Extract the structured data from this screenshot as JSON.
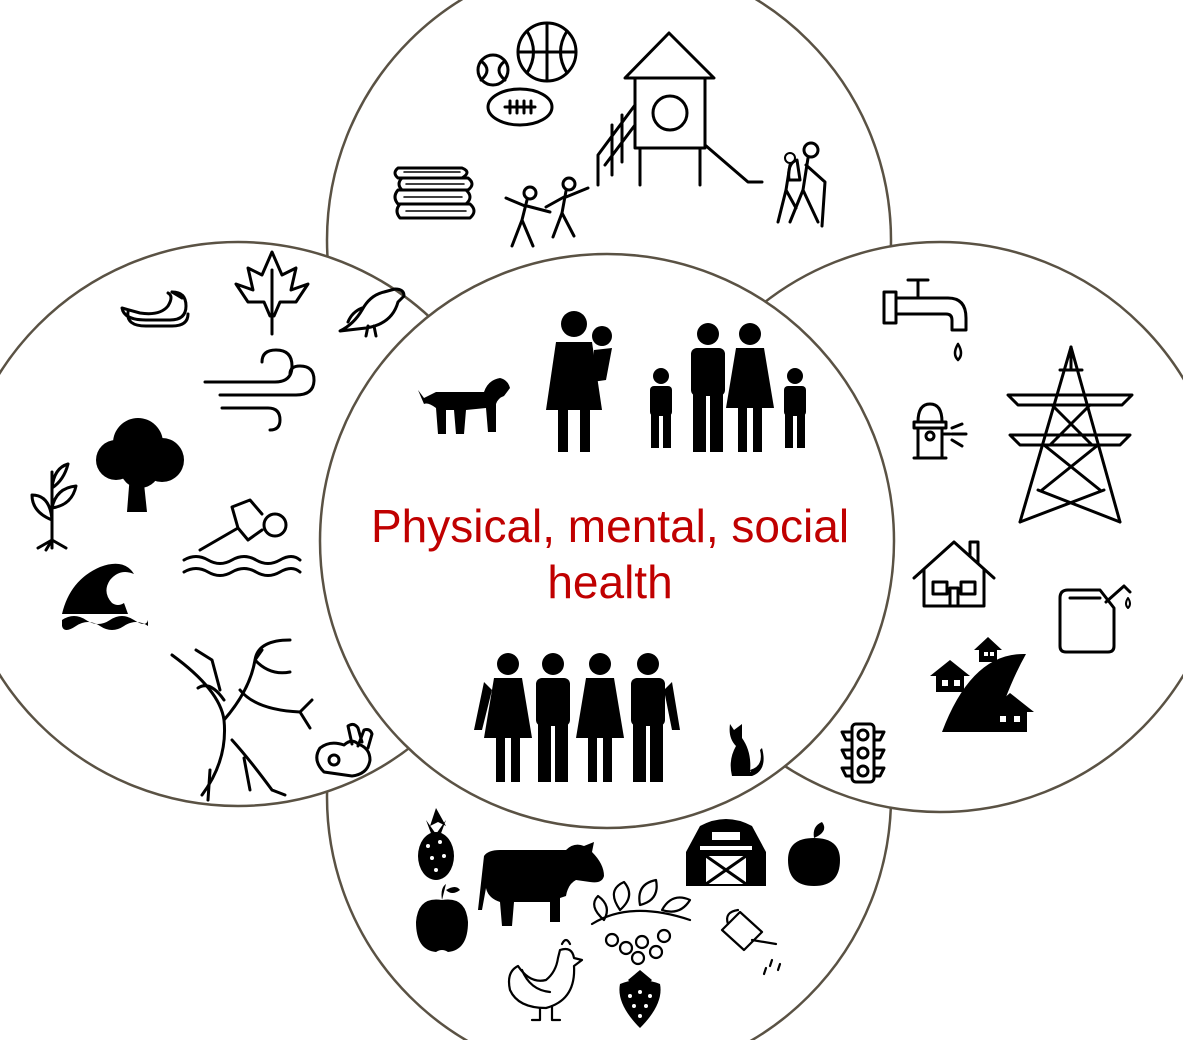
{
  "center": {
    "title": "Physical, mental, social health",
    "text_color": "#c00000"
  },
  "palette": {
    "ring_stroke": "#5a5244",
    "icon_fill": "#000000",
    "background": "#ffffff"
  },
  "circles": [
    {
      "name": "recreation-and-education",
      "icons": [
        "tennis-ball-icon",
        "basketball-icon",
        "american-football-icon",
        "playground-tower-slide-icon",
        "stacked-books-icon",
        "children-playing-icon",
        "hikers-icon"
      ]
    },
    {
      "name": "natural-environment",
      "icons": [
        "swan-icon",
        "maple-leaf-icon",
        "bird-icon",
        "wind-icon",
        "tree-icon",
        "sprouting-plant-icon",
        "swimmer-icon",
        "wave-icon",
        "bare-tree-icon",
        "rabbit-icon"
      ]
    },
    {
      "name": "built-infrastructure",
      "icons": [
        "water-tap-icon",
        "power-pylon-icon",
        "fire-hydrant-icon",
        "house-icon",
        "fuel-canister-icon",
        "houses-and-road-icon",
        "traffic-light-icon"
      ]
    },
    {
      "name": "food-and-agriculture",
      "icons": [
        "pineapple-icon",
        "cow-icon",
        "barn-icon",
        "peach-icon",
        "apple-icon",
        "berry-branch-icon",
        "chicken-icon",
        "strawberry-icon",
        "watering-can-icon"
      ]
    },
    {
      "name": "people-and-community",
      "icons": [
        "dog-icon",
        "mother-with-child-icon",
        "family-icon",
        "group-of-four-people-icon",
        "cat-icon"
      ]
    }
  ]
}
